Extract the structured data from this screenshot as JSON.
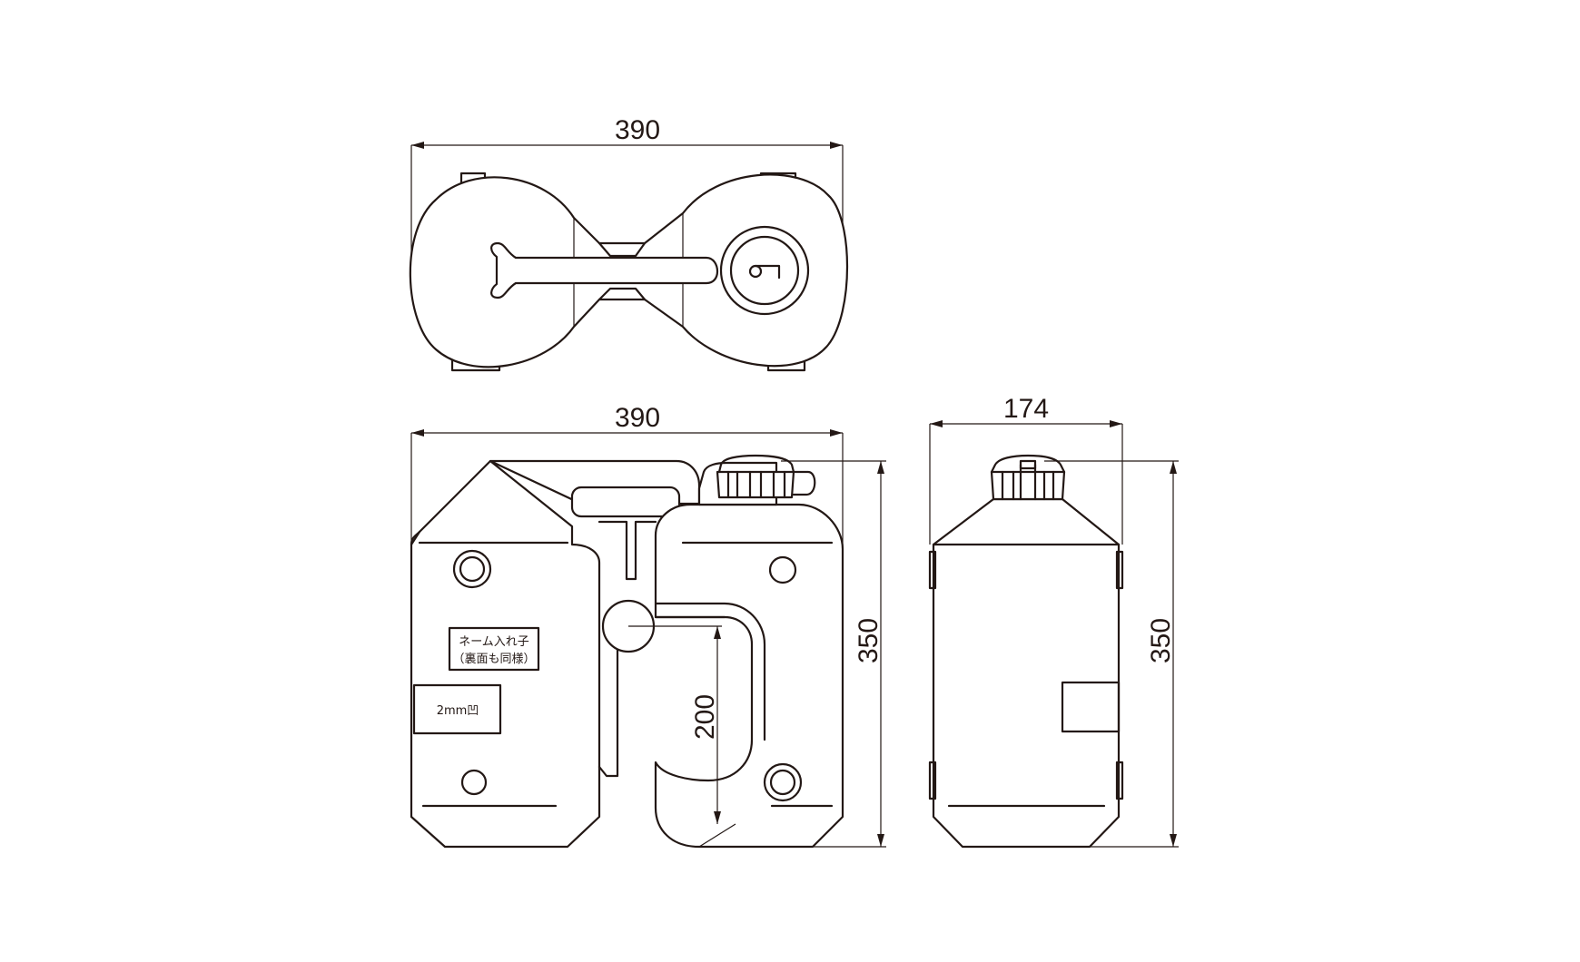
{
  "dimensions": {
    "top_width": "390",
    "front_width": "390",
    "side_width": "174",
    "front_height": "350",
    "side_height": "350",
    "inner_height": "200"
  },
  "labels": {
    "name_holder_line1": "ネーム入れ子",
    "name_holder_line2": "（裏面も同様）",
    "recess": "2mm凹"
  },
  "colors": {
    "line": "#231815",
    "background": "#ffffff"
  }
}
